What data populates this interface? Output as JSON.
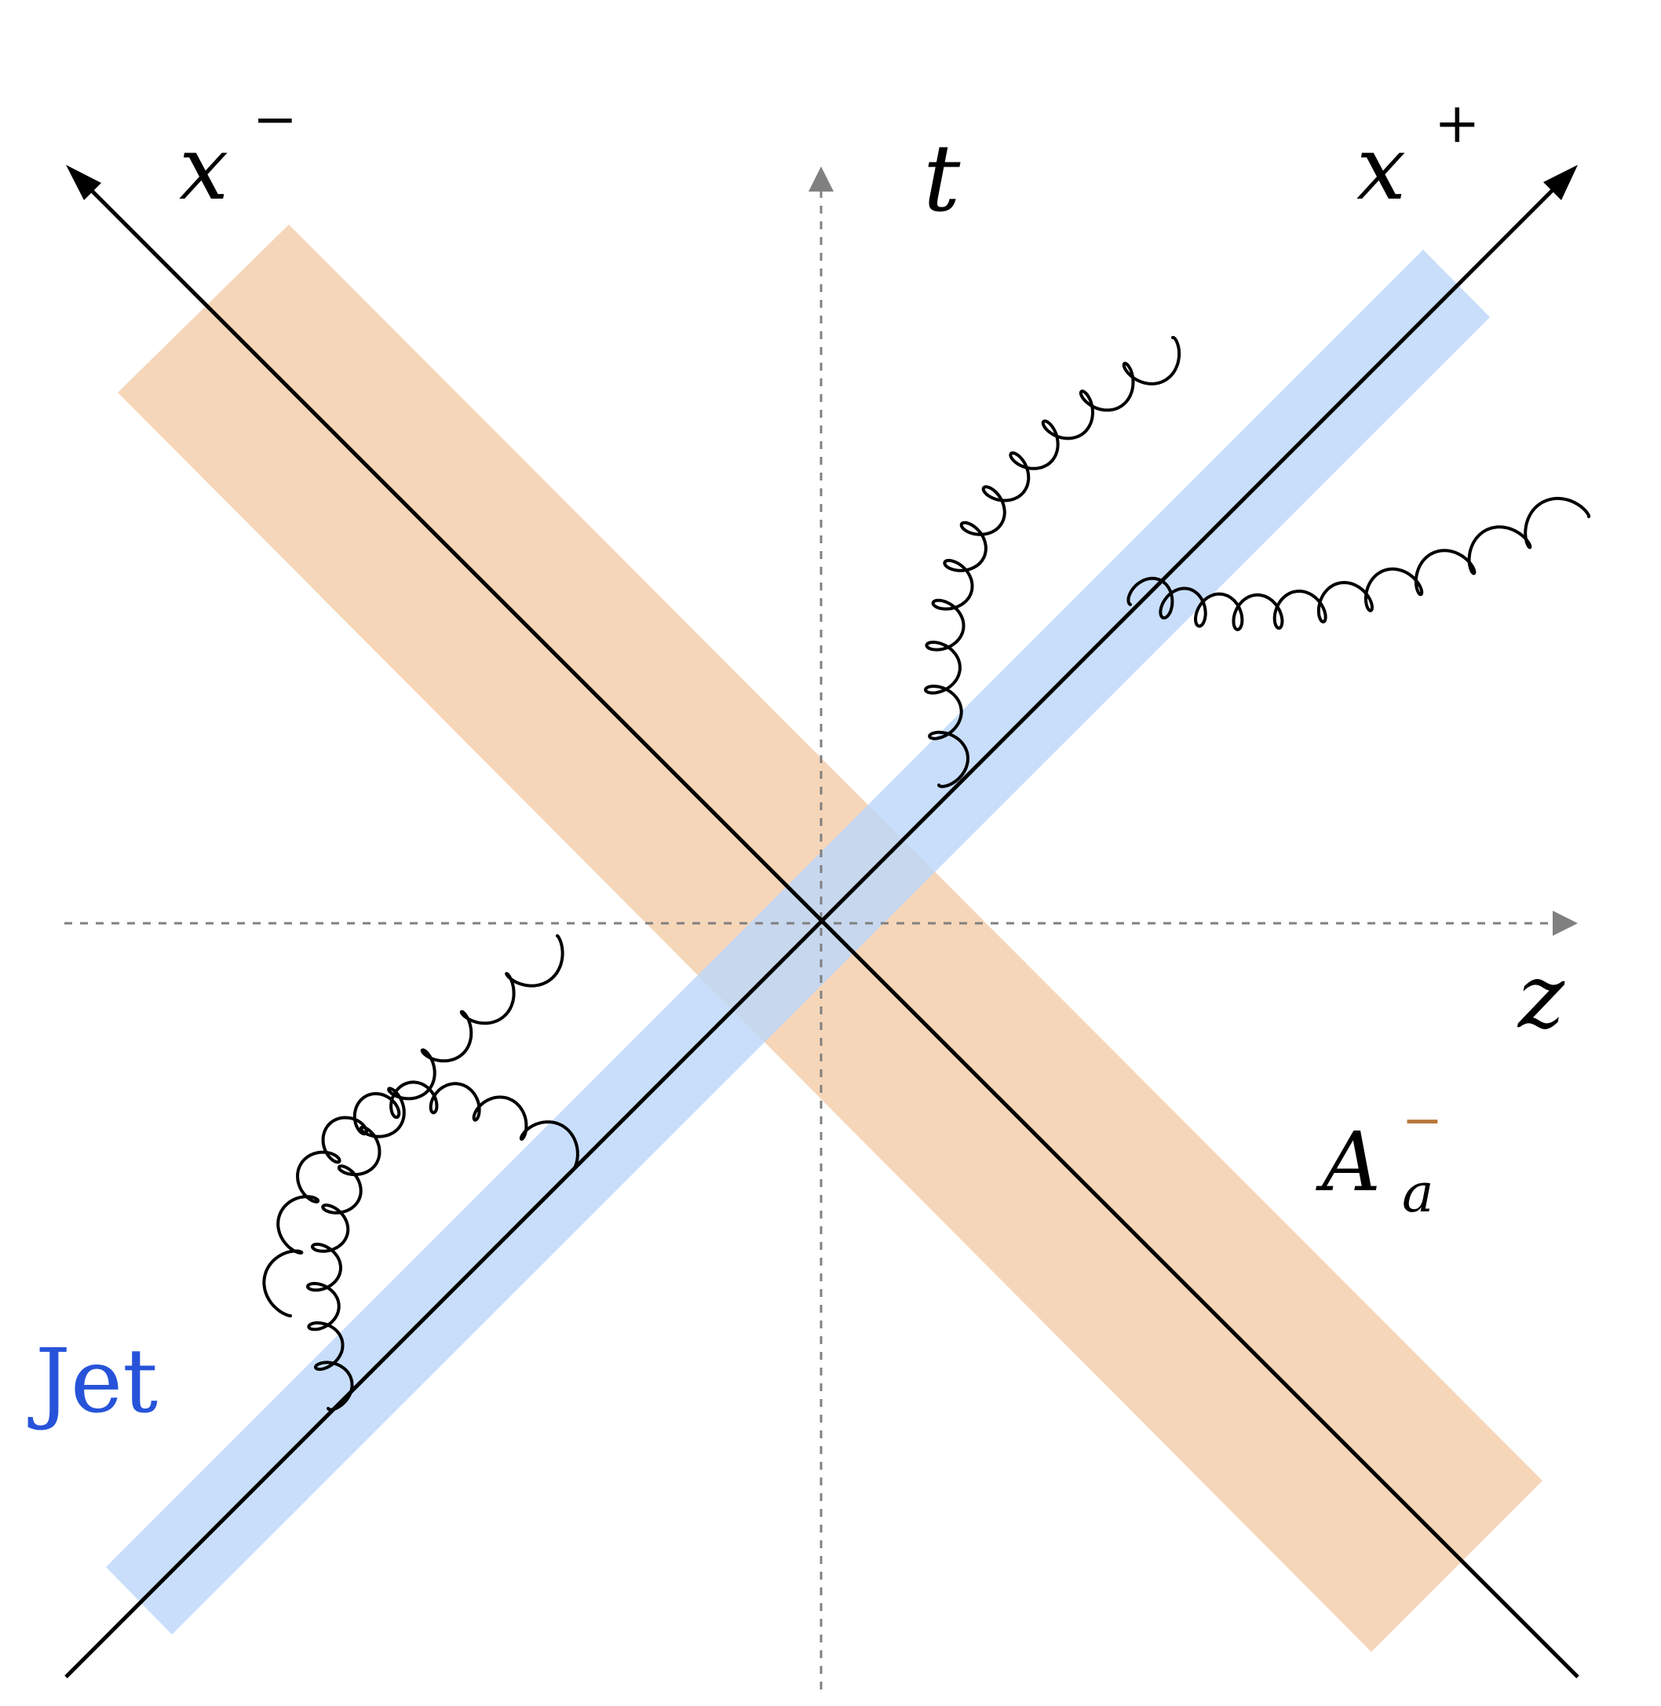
{
  "labels": {
    "x_minus": {
      "base": "x",
      "sup": "−"
    },
    "x_plus": {
      "base": "x",
      "sup": "+"
    },
    "t": "t",
    "z": "z",
    "jet": "Jet",
    "field": {
      "base": "A",
      "sub": "a",
      "sup": "−"
    }
  },
  "colors": {
    "jet_band": "#bcd7fa",
    "field_band": "#f5d4b5",
    "jet_text": "#2653d9",
    "field_text": "#b8773a",
    "axis": "#000000",
    "dashed_axis": "#808080",
    "gluon": "#000000"
  }
}
